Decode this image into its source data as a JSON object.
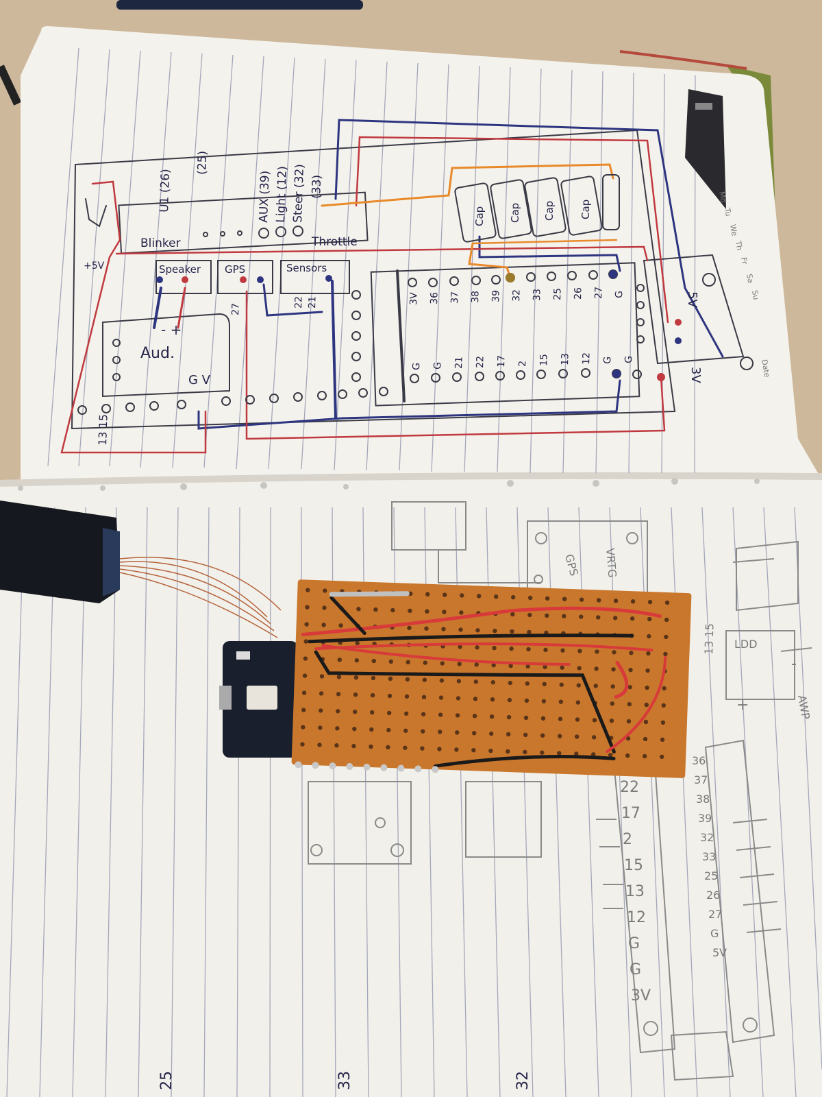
{
  "colors": {
    "table": "#cdb89c",
    "paper": "#f4f2ec",
    "ruled_line": "#9da0b5",
    "ink_blue": "#2a3170",
    "ink_red": "#c0393f",
    "ink_orange": "#e8892a",
    "perfboard": "#c9772c",
    "pcb": "#1a1f2e"
  },
  "schematic": {
    "top_labels": {
      "u1": "U1 (26)",
      "p25": "(25)",
      "aux": "AUX (39)",
      "light": "Light (12)",
      "steer": "Steer (32)",
      "g33": "(33)"
    },
    "boxes": {
      "blinker": "Blinker",
      "throttle": "Throttle",
      "speaker": "Speaker",
      "gps": "GPS",
      "sensors": "Sensors",
      "audio": "Aud.",
      "cap": "Cap"
    },
    "small_labels": {
      "plus5v": "+5V",
      "pins_27": "27",
      "pins_22": "22",
      "pins_21": "21",
      "gnd_label": "G V",
      "minus_plus": "- +",
      "bottom_left": "13 15"
    },
    "esp_left_pins": [
      "3V",
      "36",
      "37",
      "38",
      "39",
      "32",
      "33",
      "25",
      "26",
      "27",
      "G"
    ],
    "esp_right_pins": [
      "G",
      "G",
      "21",
      "22",
      "17",
      "2",
      "15",
      "13",
      "12",
      "G",
      "G"
    ],
    "reg_labels": {
      "v5": "5V",
      "v3": "3V"
    },
    "calendar": [
      "Mo",
      "Tu",
      "We",
      "Th",
      "Fr",
      "Sa",
      "Su"
    ],
    "date_label": "Date"
  },
  "sketch": {
    "gps_label": "GPS",
    "vrtg": "VRTG",
    "ldd_label": "LDD",
    "r1315": "13 15",
    "awp": "AWP",
    "pin_numbers": [
      "22",
      "17",
      "2",
      "15",
      "13",
      "12",
      "G",
      "G",
      "3V"
    ],
    "pin_numbers_right": [
      "36",
      "37",
      "38",
      "39",
      "32",
      "33",
      "25",
      "26",
      "27",
      "G",
      "5V"
    ],
    "bottom_numbers": [
      "25",
      "33",
      "32"
    ],
    "minus": "-",
    "plus": "+"
  }
}
